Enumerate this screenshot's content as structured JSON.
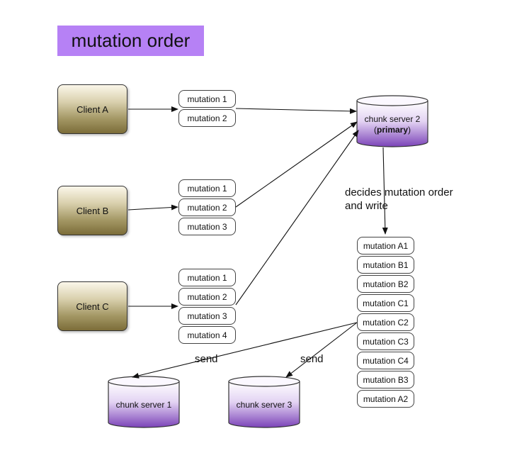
{
  "title": "mutation order",
  "clients": [
    {
      "label": "Client A"
    },
    {
      "label": "Client B"
    },
    {
      "label": "Client C"
    }
  ],
  "client_mutations": {
    "a": [
      "mutation 1",
      "mutation 2"
    ],
    "b": [
      "mutation 1",
      "mutation 2",
      "mutation 3"
    ],
    "c": [
      "mutation 1",
      "mutation 2",
      "mutation 3",
      "mutation 4"
    ]
  },
  "primary": {
    "line1": "chunk server 2",
    "open": "(",
    "bold": "primary",
    "close": ")"
  },
  "decision_label": [
    "decides mutation order",
    "and write"
  ],
  "ordered_mutations": [
    "mutation A1",
    "mutation B1",
    "mutation B2",
    "mutation C1",
    "mutation C2",
    "mutation C3",
    "mutation C4",
    "mutation B3",
    "mutation A2"
  ],
  "send_labels": [
    "send",
    "send"
  ],
  "replicas": [
    "chunk server 1",
    "chunk server 3"
  ],
  "colors": {
    "title_bg": "#b681f5",
    "db_top": "#f3e9ff",
    "db_bottom": "#7b43b8"
  }
}
